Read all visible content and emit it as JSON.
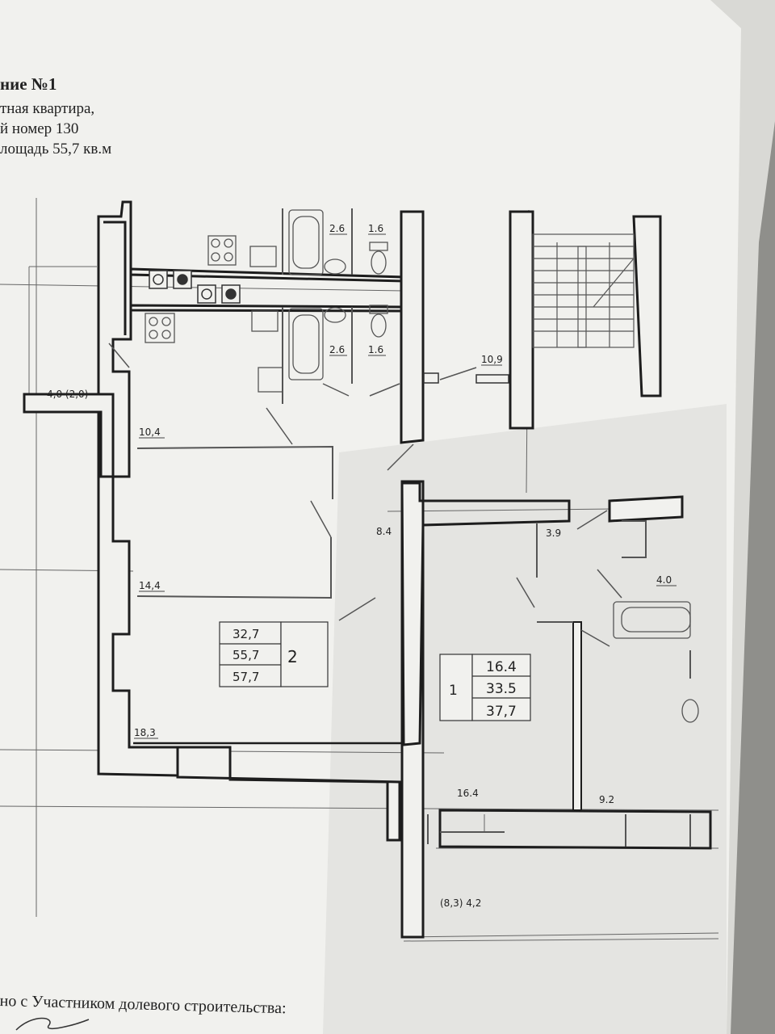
{
  "colors": {
    "paper": "#f1f1ee",
    "paper_shadow": "#d7d7d3",
    "background": "#8f8f8b",
    "wall": "#1d1d1d",
    "thin_line": "#555555"
  },
  "header": {
    "line1": "ние №1",
    "line2": "тная квартира,",
    "line3": "й номер 130",
    "line4": "лощадь 55,7 кв.м"
  },
  "rooms_main": {
    "bath_top": "2.6",
    "wc_top": "1.6",
    "bath_bottom": "2.6",
    "wc_bottom": "1.6",
    "hall_stair": "10,9",
    "balcony": "4,0 (2,0)",
    "kitchen": "10,4",
    "corridor": "8.4",
    "bedroom": "14,4",
    "living": "18,3"
  },
  "summary_main": {
    "living_area": "32,7",
    "total_area": "55,7",
    "total_with_balcony": "57,7",
    "room_count": "2"
  },
  "rooms_neighbor": {
    "hall": "3.9",
    "bath": "4.0",
    "room": "16.4",
    "kitchen": "9.2",
    "balcony": "(8,3) 4,2"
  },
  "summary_neighbor": {
    "room_count": "1",
    "living_area": "16.4",
    "total_area": "33.5",
    "total_with_balcony": "37,7"
  },
  "footer": {
    "text": "но с Участником долевого строительства:"
  },
  "icons": {
    "stove": "stove-icon",
    "sink": "sink-icon",
    "bathtub": "bathtub-icon",
    "toilet": "toilet-icon",
    "stairs": "stairs-icon"
  }
}
